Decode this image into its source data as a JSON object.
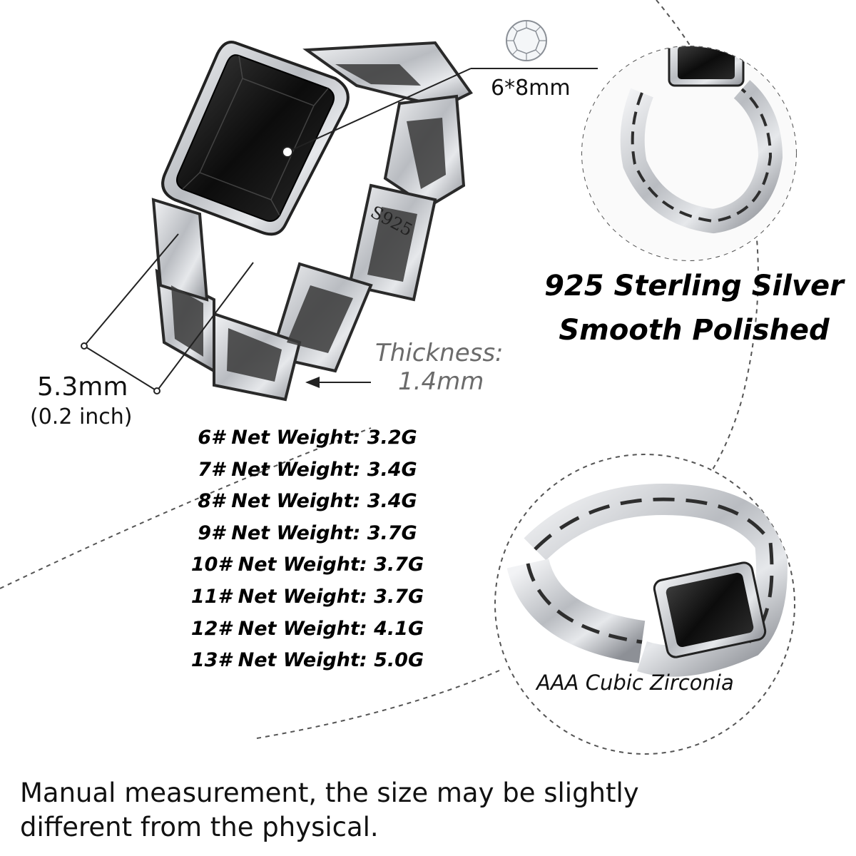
{
  "stone": {
    "size": "6*8mm"
  },
  "band_width": {
    "mm": "5.3mm",
    "inch": "(0.2 inch)"
  },
  "thickness": {
    "label": "Thickness:",
    "value": "1.4mm"
  },
  "stamp": "S925",
  "material": {
    "line1": "925 Sterling Silver",
    "line2": "Smooth Polished"
  },
  "weights": [
    "6# Net Weight: 3.2G",
    "7# Net Weight: 3.4G",
    "8# Net Weight: 3.4G",
    "9# Net Weight: 3.7G",
    "10# Net Weight: 3.7G",
    "11# Net Weight: 3.7G",
    "12# Net Weight: 4.1G",
    "13# Net Weight: 5.0G"
  ],
  "stone_label": "AAA Cubic Zirconia",
  "note": {
    "line1": "Manual measurement, the size may be slightly",
    "line2": "different from the physical."
  },
  "colors": {
    "stone": "#111111",
    "silver": "#c9ccd0",
    "oxidized": "#3a3a3a",
    "dashed": "#444444"
  }
}
